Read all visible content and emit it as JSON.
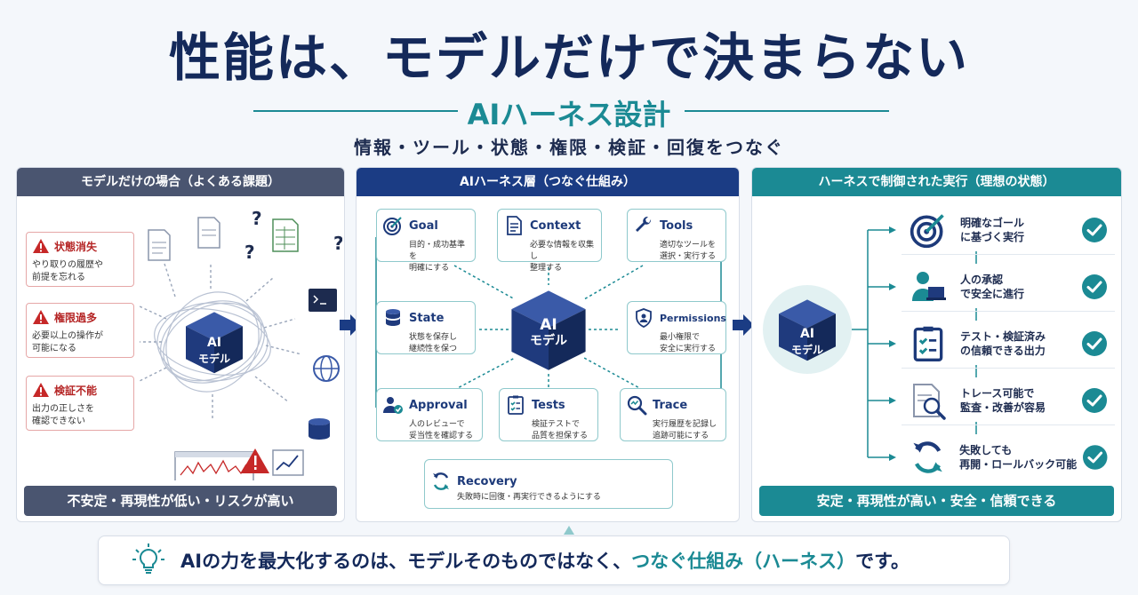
{
  "title": "性能は、モデルだけで決まらない",
  "subtitle": "AIハーネス設計",
  "tagline": "情報・ツール・状態・権限・検証・回復をつなぐ",
  "colors": {
    "navy": "#14295a",
    "teal": "#1b8a94",
    "slate": "#4a5570",
    "red": "#b52525"
  },
  "left_panel": {
    "header": "モデルだけの場合（よくある課題）",
    "issues": [
      {
        "title": "状態消失",
        "desc1": "やり取りの履歴や",
        "desc2": "前提を忘れる"
      },
      {
        "title": "権限過多",
        "desc1": "必要以上の操作が",
        "desc2": "可能になる"
      },
      {
        "title": "検証不能",
        "desc1": "出力の正しさを",
        "desc2": "確認できない"
      }
    ],
    "cube": {
      "line1": "AI",
      "line2": "モデル"
    },
    "footer": "不安定・再現性が低い・リスクが高い"
  },
  "middle_panel": {
    "header": "AIハーネス層（つなぐ仕組み）",
    "cube": {
      "line1": "AI",
      "line2": "モデル"
    },
    "cards": {
      "goal": {
        "title": "Goal",
        "desc1": "目的・成功基準を",
        "desc2": "明確にする",
        "icon": "target-icon"
      },
      "context": {
        "title": "Context",
        "desc1": "必要な情報を収集し",
        "desc2": "整理する",
        "icon": "document-icon"
      },
      "tools": {
        "title": "Tools",
        "desc1": "適切なツールを",
        "desc2": "選択・実行する",
        "icon": "wrench-icon"
      },
      "state": {
        "title": "State",
        "desc1": "状態を保存し",
        "desc2": "継続性を保つ",
        "icon": "database-icon"
      },
      "permissions": {
        "title": "Permissions",
        "desc1": "最小権限で",
        "desc2": "安全に実行する",
        "icon": "shield-user-icon"
      },
      "approval": {
        "title": "Approval",
        "desc1": "人のレビューで",
        "desc2": "妥当性を確認する",
        "icon": "user-check-icon"
      },
      "tests": {
        "title": "Tests",
        "desc1": "検証テストで",
        "desc2": "品質を担保する",
        "icon": "checklist-icon"
      },
      "trace": {
        "title": "Trace",
        "desc1": "実行履歴を記録し",
        "desc2": "追跡可能にする",
        "icon": "magnifier-icon"
      },
      "recovery": {
        "title": "Recovery",
        "desc1": "失敗時に回復・再実行できるようにする",
        "desc2": "",
        "icon": "refresh-icon"
      }
    }
  },
  "right_panel": {
    "header": "ハーネスで制御された実行（理想の状態）",
    "cube": {
      "line1": "AI",
      "line2": "モデル"
    },
    "items": [
      {
        "line1": "明確なゴール",
        "line2": "に基づく実行",
        "icon": "target-icon"
      },
      {
        "line1": "人の承認",
        "line2": "で安全に進行",
        "icon": "person-laptop-icon"
      },
      {
        "line1": "テスト・検証済み",
        "line2": "の信頼できる出力",
        "icon": "clipboard-check-icon"
      },
      {
        "line1": "トレース可能で",
        "line2": "監査・改善が容易",
        "icon": "document-search-icon"
      },
      {
        "line1": "失敗しても",
        "line2": "再開・ロールバック可能",
        "icon": "refresh-icon"
      }
    ],
    "footer": "安定・再現性が高い・安全・信頼できる"
  },
  "bottom": {
    "text_before": "AIの力を最大化するのは、モデルそのものではなく、",
    "text_em": "つなぐ仕組み（ハーネス）",
    "text_after": "です。",
    "icon": "lightbulb-icon"
  }
}
